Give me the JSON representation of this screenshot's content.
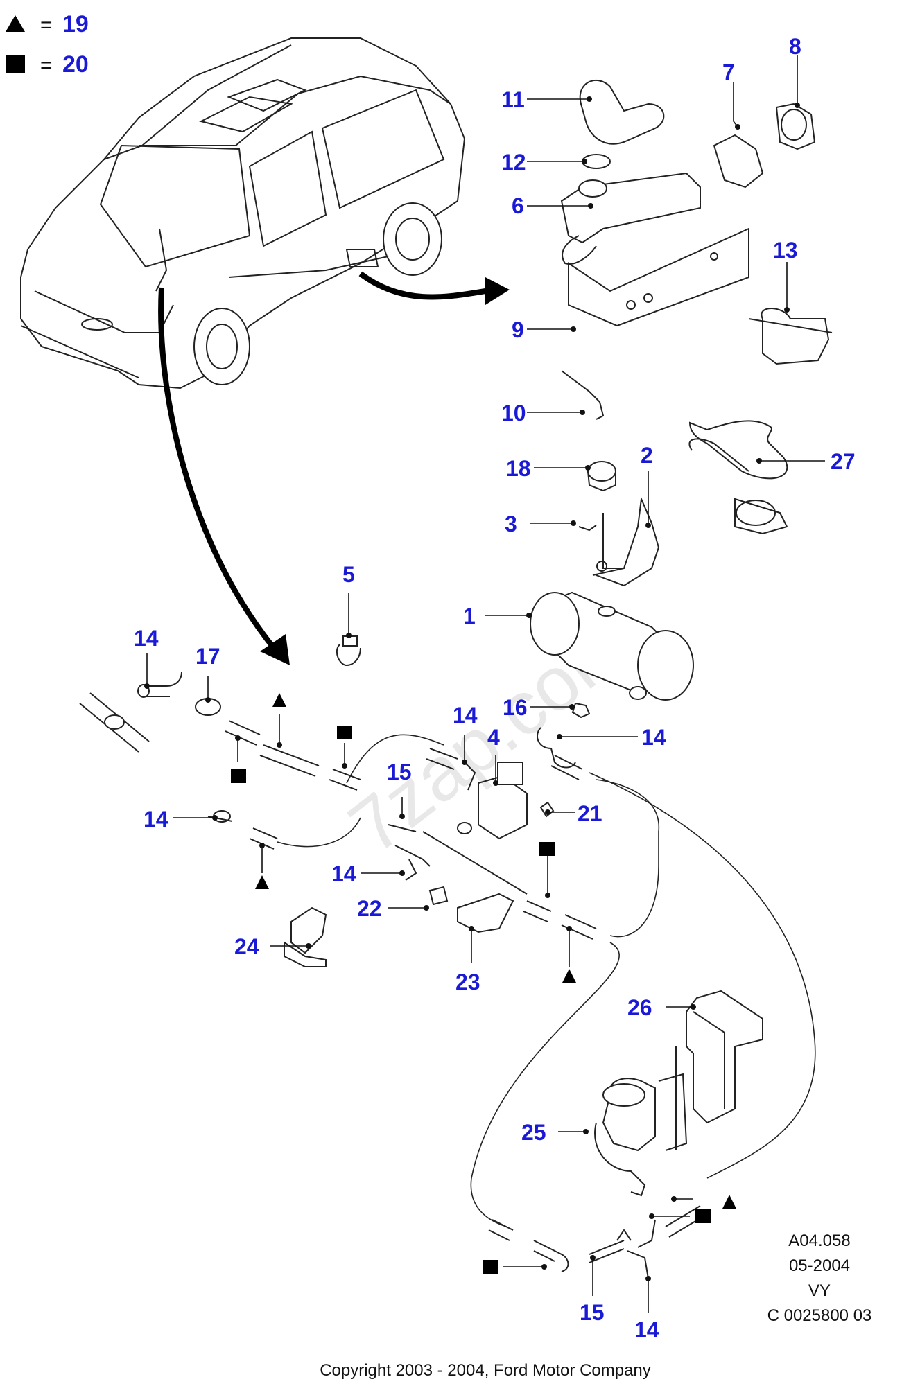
{
  "legend": [
    {
      "symbol": "triangle",
      "equals": "=",
      "value": "19"
    },
    {
      "symbol": "square",
      "equals": "=",
      "value": "20"
    }
  ],
  "callouts": [
    "1",
    "2",
    "3",
    "4",
    "5",
    "6",
    "7",
    "8",
    "9",
    "10",
    "11",
    "12",
    "13",
    "14",
    "14",
    "14",
    "14",
    "14",
    "14",
    "15",
    "15",
    "16",
    "17",
    "18",
    "21",
    "22",
    "23",
    "24",
    "25",
    "26",
    "27"
  ],
  "reference": {
    "code": "A04.058",
    "date": "05-2004",
    "initials": "VY",
    "id": "C 0025800 03"
  },
  "copyright": "Copyright 2003 - 2004, Ford Motor Company",
  "watermark": "7zap.com",
  "colors": {
    "callout": "#1a1ad6",
    "line": "#222222"
  }
}
